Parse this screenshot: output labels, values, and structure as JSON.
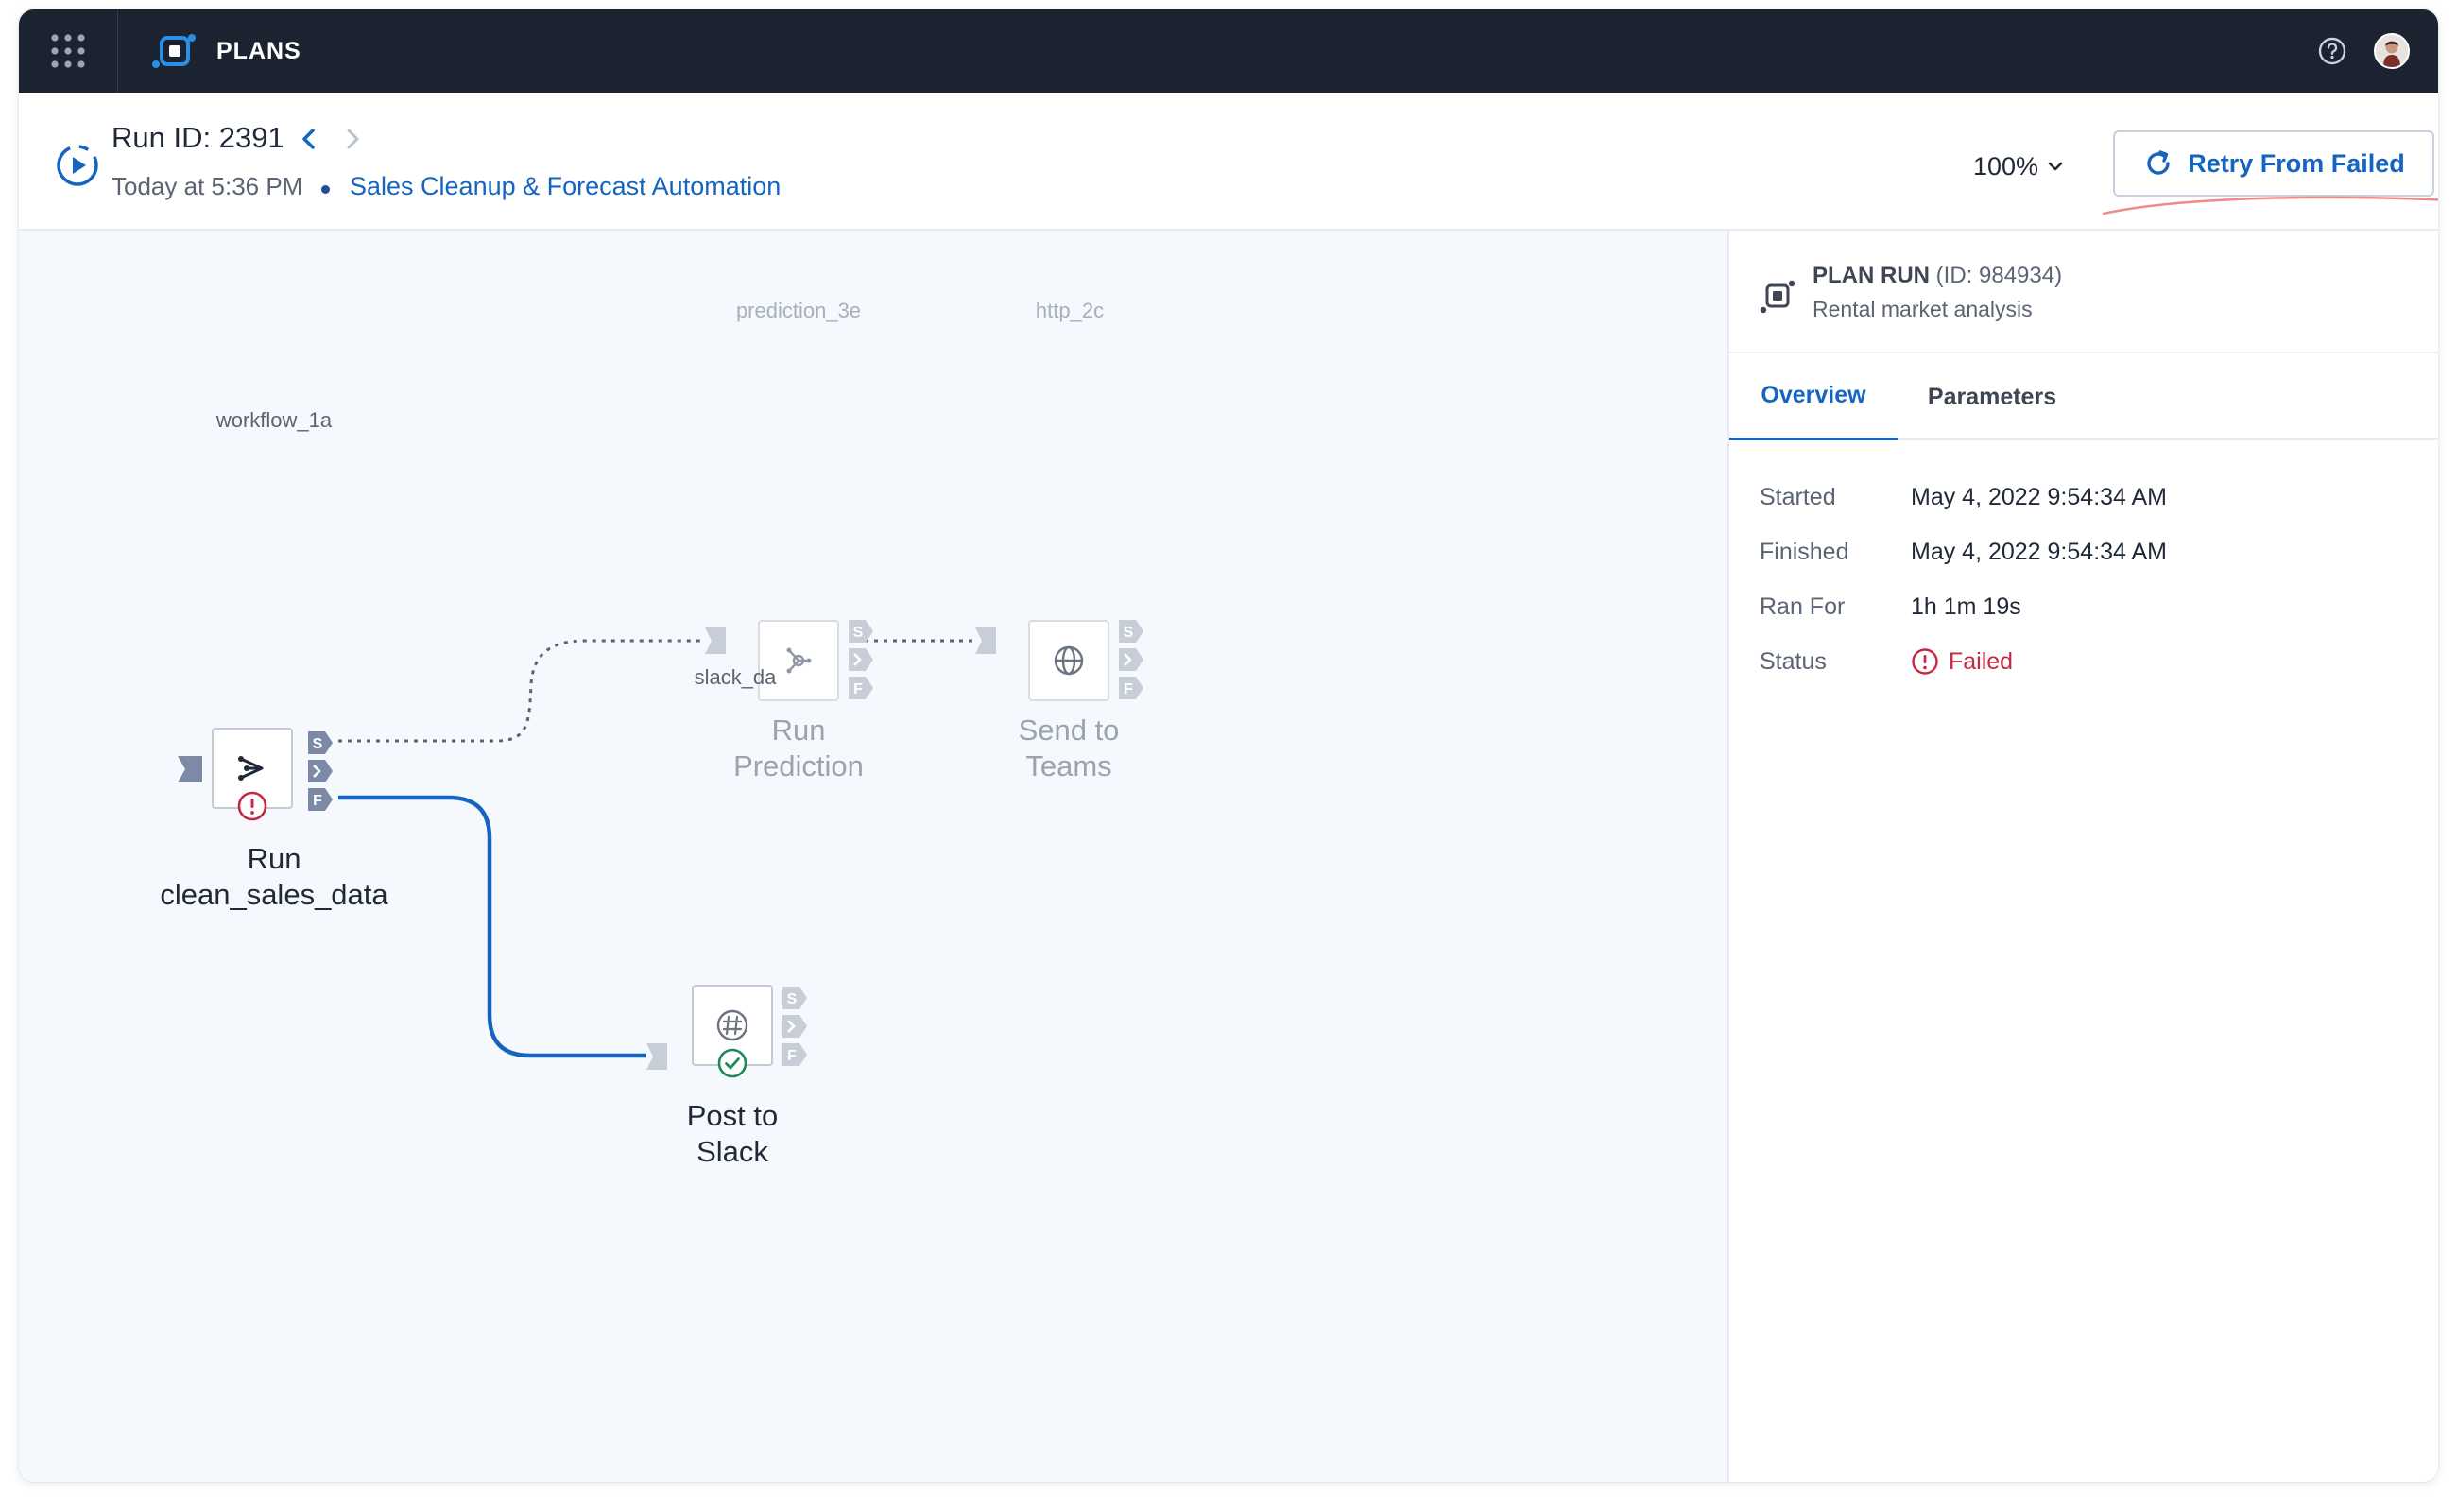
{
  "topbar": {
    "app_title": "PLANS",
    "apps_icon": "grid-dots-icon",
    "logo_icon": "plans-logo-icon",
    "help_icon": "question-circle-icon",
    "avatar_icon": "user-avatar-icon",
    "bg_color": "#1b2331"
  },
  "run": {
    "title": "Run ID: 2391",
    "timestamp": "Today at 5:36 PM",
    "plan_name": "Sales Cleanup & Forecast Automation",
    "zoom": "100%",
    "retry_label": "Retry From Failed",
    "accent_color": "#1565c0"
  },
  "nodes": {
    "workflow": {
      "key": "workflow_1a",
      "title_line1": "Run",
      "title_line2": "clean_sales_data",
      "status": "failed",
      "icon": "workflow-branch-icon"
    },
    "prediction": {
      "key": "prediction_3e",
      "title_line1": "Run",
      "title_line2": "Prediction",
      "status": "not-run",
      "icon": "prediction-model-icon"
    },
    "http": {
      "key": "http_2c",
      "title_line1": "Send to",
      "title_line2": "Teams",
      "status": "not-run",
      "icon": "globe-icon"
    },
    "slack": {
      "key": "slack_da",
      "title_line1": "Post to",
      "title_line2": "Slack",
      "status": "success",
      "icon": "slack-hash-icon"
    },
    "ports": {
      "success": "S",
      "next": ">",
      "failure": "F"
    }
  },
  "panel": {
    "title_bold": "PLAN RUN",
    "title_id": "(ID: 984934)",
    "subtitle": "Rental market analysis",
    "tabs": [
      {
        "label": "Overview",
        "active": true
      },
      {
        "label": "Parameters",
        "active": false
      }
    ],
    "properties": [
      {
        "label": "Started",
        "value": "May 4, 2022 9:54:34 AM"
      },
      {
        "label": "Finished",
        "value": "May 4, 2022 9:54:34 AM"
      },
      {
        "label": "Ran For",
        "value": "1h 1m 19s"
      },
      {
        "label": "Status",
        "value": "Failed"
      }
    ],
    "status_color": "#c62843"
  }
}
